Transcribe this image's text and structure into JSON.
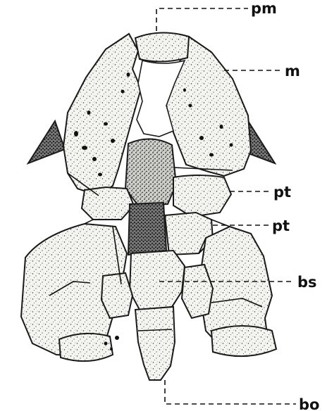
{
  "diagram": {
    "labels": {
      "pm": "pm",
      "m": "m",
      "pt_upper": "pt",
      "pt_lower": "pt",
      "bs": "bs",
      "bo": "bo"
    },
    "colors": {
      "ink": "#111111",
      "bone_fill": "#f2f2ee",
      "stipple": "#2a2a2a",
      "dark_fill": "#3a3a3a"
    }
  }
}
